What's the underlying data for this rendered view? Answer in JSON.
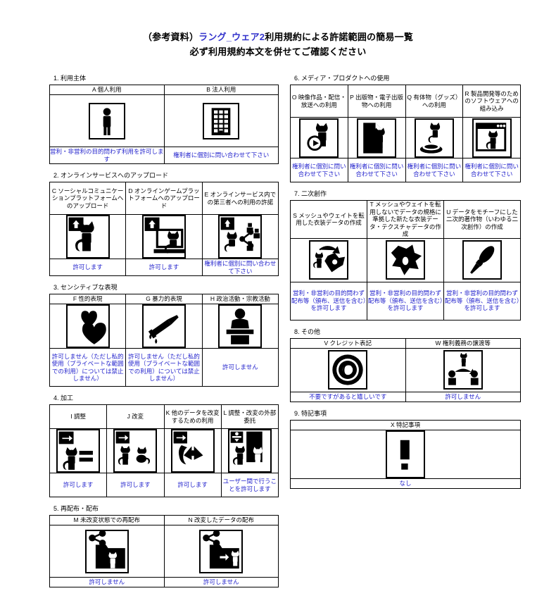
{
  "title": {
    "line1_prefix": "（参考資料）",
    "line1_accent": "ラング_ウェア2",
    "line1_suffix": "利用規約による許諾範囲の簡易一覧",
    "line2": "必ず利用規約本文を併せてご確認ください",
    "accent_color": "#3333cc"
  },
  "caption_color": "#2222cc",
  "sections": [
    {
      "heading": "1. 利用主体",
      "columns": 2,
      "header_class": "one",
      "icon_class": "",
      "caption_class": "h2",
      "cells": [
        {
          "header": "A 個人利用",
          "icon": "person-icon",
          "caption": "営利・非営利の目的問わず利用を許可します"
        },
        {
          "header": "B 法人利用",
          "icon": "building-icon",
          "caption": "権利者に個別に問い合わせて下さい"
        }
      ]
    },
    {
      "heading": "2. オンラインサービスへのアップロード",
      "columns": 3,
      "header_class": "tall",
      "icon_class": "short",
      "caption_class": "h2",
      "cells": [
        {
          "header": "C ソーシャルコミュニケーションプラットフォームへのアップロード",
          "icon": "upload-cat-person-icon",
          "caption": "許可します"
        },
        {
          "header": "D オンラインゲームプラットフォームへのアップロード",
          "icon": "upload-cat-monitor-icon",
          "caption": "許可します"
        },
        {
          "header": "E オンラインサービス内での第三者への利用の許諾",
          "icon": "upload-cat-share-icon",
          "caption": "権利者に個別に問い合わせて下さい"
        }
      ]
    },
    {
      "heading": "3. センシティブな表現",
      "columns": 3,
      "header_class": "one",
      "icon_class": "short",
      "caption_class": "h5",
      "cells": [
        {
          "header": "F 性的表現",
          "icon": "hearts-icon",
          "caption": "許可しません（ただし私的使用（プライベートな範囲での利用）については禁止しません）"
        },
        {
          "header": "G 暴力的表現",
          "icon": "knife-icon",
          "caption": "許可しません（ただし私的使用（プライベートな範囲での利用）については禁止しません）"
        },
        {
          "header": "H 政治活動・宗教活動",
          "icon": "podium-speaker-icon",
          "caption": "許可しません"
        }
      ]
    },
    {
      "heading": "4. 加工",
      "columns": 4,
      "header_class": "mid",
      "icon_class": "short",
      "caption_class": "h3",
      "cells": [
        {
          "header": "I 調整",
          "icon": "arrow-cat-equals-icon",
          "caption": "許可します"
        },
        {
          "header": "J 改変",
          "icon": "arrow-two-cats-icon",
          "caption": "許可します"
        },
        {
          "header": "K 他のデータを改変するための利用",
          "icon": "arrow-cat-ribbon-icon",
          "caption": "許可します"
        },
        {
          "header": "L 調整・改変の外部委託",
          "icon": "arrow-cat-outsource-icon",
          "caption": "ユーザー間で行うことを許可します"
        }
      ]
    },
    {
      "heading": "5. 再配布・配布",
      "columns": 2,
      "header_class": "one",
      "icon_class": "",
      "caption_class": "h1",
      "cells": [
        {
          "header": "M 未改変状態での再配布",
          "icon": "share-folder-cat-icon",
          "caption": "許可しません"
        },
        {
          "header": "N 改変したデータの配布",
          "icon": "share-cat-modified-icon",
          "caption": "許可しません"
        }
      ]
    }
  ],
  "sections_right": [
    {
      "heading": "6. メディア・プロダクトへの使用",
      "columns": 4,
      "header_class": "tall",
      "icon_class": "tiny",
      "caption_class": "h3",
      "cells": [
        {
          "header": "O 映像作品・配信・放送への利用",
          "icon": "cat-play-icon",
          "caption": "権利者に個別に問い合わせて下さい"
        },
        {
          "header": "P 出版物・電子出版物への利用",
          "icon": "cat-page-icon",
          "caption": "権利者に個別に問い合わせて下さい"
        },
        {
          "header": "Q 有体物（グッズ）への利用",
          "icon": "cat-figure-icon",
          "caption": "権利者に個別に問い合わせて下さい"
        },
        {
          "header": "R 製品開発等のためのソフトウェアへの組み込み",
          "icon": "cat-window-icon",
          "caption": "権利者に個別に問い合わせて下さい"
        }
      ]
    },
    {
      "heading": "7. 二次創作",
      "columns": 3,
      "header_class": "tall",
      "icon_class": "short",
      "caption_class": "h5",
      "cells": [
        {
          "header": "S メッシュやウェイトを転用した衣装データの作成",
          "icon": "cat-cloth-reuse-icon",
          "caption": "営利・非営利の目的問わず配布等（頒布、送信を含む）を許可します"
        },
        {
          "header": "T メッシュやウェイトを転用しないでデータの規格に準拠した新たな衣装データ・テクスチャデータの作成",
          "icon": "cloth-new-icon",
          "caption": "営利・非営利の目的問わず配布等（頒布、送信を含む）を許可します"
        },
        {
          "header": "U データをモチーフにした二次的著作物（いわゆる二次創作）の作成",
          "icon": "brush-icon",
          "caption": "営利・非営利の目的問わず配布等（頒布、送信を含む）を許可します"
        }
      ]
    },
    {
      "heading": "8. その他",
      "columns": 2,
      "header_class": "one",
      "icon_class": "short",
      "caption_class": "h1",
      "cells": [
        {
          "header": "V クレジット表記",
          "icon": "copyright-icon",
          "caption": "不要ですがあると嬉しいです"
        },
        {
          "header": "W 権利義務の譲渡等",
          "icon": "transfer-rights-icon",
          "caption": "許可しません"
        }
      ]
    },
    {
      "heading": "9. 特記事項",
      "columns": 1,
      "header_class": "one",
      "icon_class": "short",
      "caption_class": "h1",
      "cells": [
        {
          "header": "X 特記事項",
          "icon": "exclamation-icon",
          "caption": "なし"
        }
      ]
    }
  ]
}
